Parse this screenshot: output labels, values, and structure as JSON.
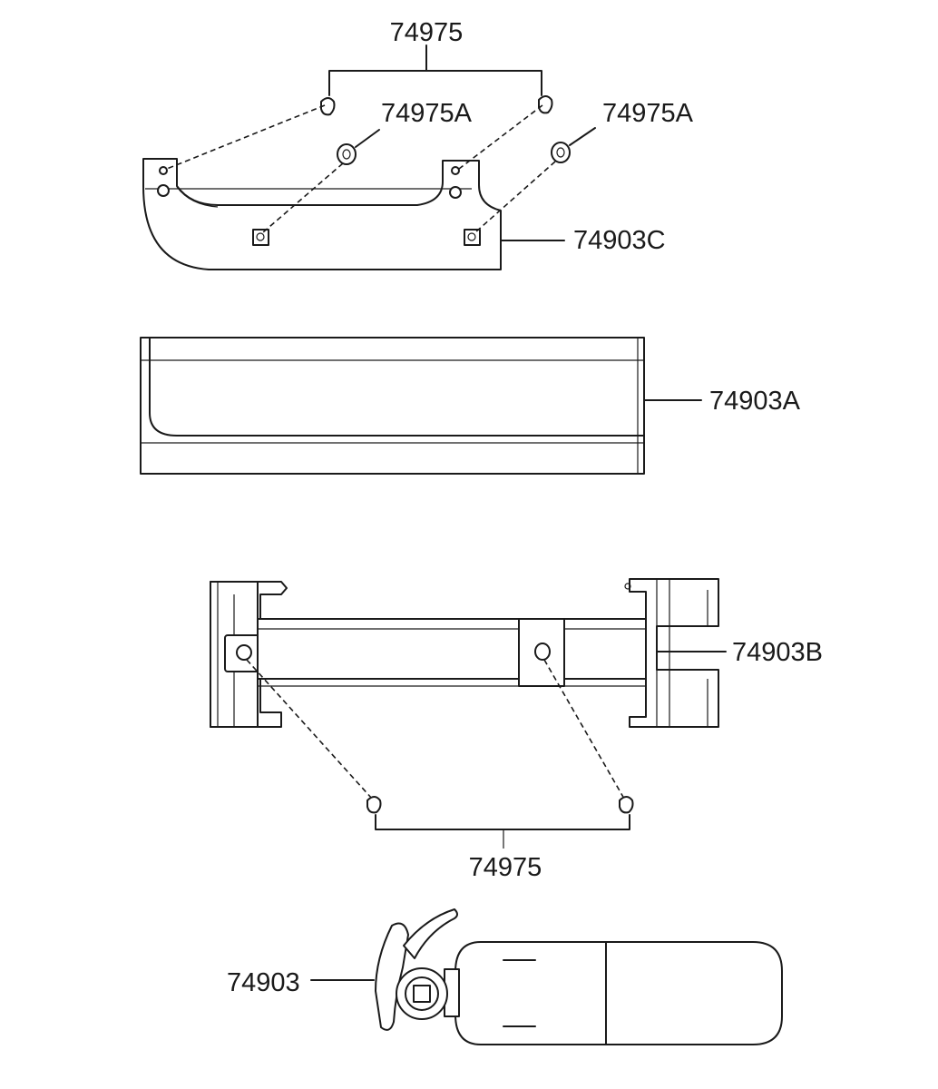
{
  "labels": {
    "clip_top": "74975",
    "clip_a_left": "74975A",
    "clip_a_right": "74975A",
    "cover_c": "74903C",
    "cover_a": "74903A",
    "bracket_b": "74903B",
    "clip_bottom": "74975",
    "extinguisher": "74903"
  }
}
